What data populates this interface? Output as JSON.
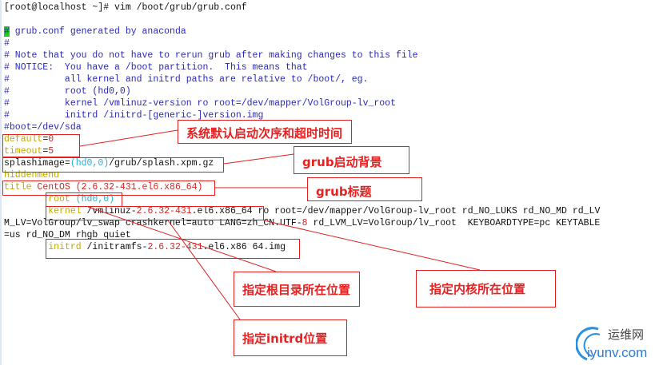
{
  "terminal": {
    "lines": [
      [
        {
          "t": "[root@localhost ~]# vim /boot/grub/grub.conf",
          "c": "default"
        }
      ],
      [],
      [
        {
          "t": "#",
          "c": "cursor"
        },
        {
          "t": " grub.conf generated by anaconda",
          "c": "comment"
        }
      ],
      [
        {
          "t": "#",
          "c": "comment"
        }
      ],
      [
        {
          "t": "# Note that you do not have to rerun grub after making changes to this file",
          "c": "comment"
        }
      ],
      [
        {
          "t": "# NOTICE:  You have a /boot partition.  This means that",
          "c": "comment"
        }
      ],
      [
        {
          "t": "#          all kernel and initrd paths are relative to /boot/, eg.",
          "c": "comment"
        }
      ],
      [
        {
          "t": "#          root (hd0,0)",
          "c": "comment"
        }
      ],
      [
        {
          "t": "#          kernel /vmlinuz-version ro root=/dev/mapper/VolGroup-lv_root",
          "c": "comment"
        }
      ],
      [
        {
          "t": "#          initrd /initrd-[generic-]version.img",
          "c": "comment"
        }
      ],
      [
        {
          "t": "#boot=/dev/sda",
          "c": "comment"
        }
      ],
      [
        {
          "t": "default",
          "c": "keyword"
        },
        {
          "t": "=",
          "c": "default"
        },
        {
          "t": "0",
          "c": "number"
        }
      ],
      [
        {
          "t": "timeout",
          "c": "keyword"
        },
        {
          "t": "=",
          "c": "default"
        },
        {
          "t": "5",
          "c": "number"
        }
      ],
      [
        {
          "t": "splashimage=",
          "c": "default"
        },
        {
          "t": "(hd0,0)",
          "c": "paren"
        },
        {
          "t": "/grub/splash.xpm.gz",
          "c": "default"
        }
      ],
      [
        {
          "t": "hiddenmenu",
          "c": "keyword"
        }
      ],
      [
        {
          "t": "title",
          "c": "keyword"
        },
        {
          "t": " CentOS (2.6.32-431.el6.x86_64)",
          "c": "number"
        }
      ],
      [
        {
          "t": "        root",
          "c": "keyword"
        },
        {
          "t": " (hd0,0)",
          "c": "paren"
        }
      ],
      [
        {
          "t": "        kernel",
          "c": "keyword"
        },
        {
          "t": " /vmlinuz-",
          "c": "default"
        },
        {
          "t": "2.6.32-431",
          "c": "number"
        },
        {
          "t": ".el6.x86_64 ro root=/dev/mapper/VolGroup-lv_root rd_NO_LUKS rd_NO_MD rd_LV",
          "c": "default"
        }
      ],
      [
        {
          "t": "M_LV=VolGroup/lv_swap crashkernel=auto LANG=zh_CN.UTF-",
          "c": "default"
        },
        {
          "t": "8",
          "c": "number"
        },
        {
          "t": " rd_LVM_LV=VolGroup/lv_root  KEYBOARDTYPE=pc KEYTABLE",
          "c": "default"
        }
      ],
      [
        {
          "t": "=us rd_NO_DM rhgb quiet",
          "c": "default"
        }
      ],
      [
        {
          "t": "        initrd",
          "c": "keyword"
        },
        {
          "t": " /initramfs-",
          "c": "default"
        },
        {
          "t": "2.6.32-431",
          "c": "number"
        },
        {
          "t": ".el6.x86 64.img",
          "c": "default"
        }
      ]
    ]
  },
  "annotations": {
    "default_timeout": "系统默认启动次序和超时时间",
    "splash": "grub启动背景",
    "title": "grub标题",
    "root": "指定根目录所在位置",
    "kernel": "指定内核所在位置",
    "initrd": "指定initrd位置"
  },
  "watermark": {
    "cn": "运维网",
    "en": "iyunv.com"
  },
  "colors": {
    "accent": "#e02020",
    "keyword": "#c0a800",
    "comment": "#2a2ab8",
    "number": "#d02828",
    "paren": "#2ab0d0"
  }
}
